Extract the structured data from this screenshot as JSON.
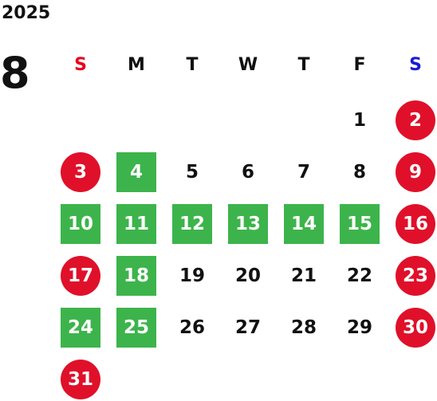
{
  "calendar": {
    "year": "2025",
    "month": "8",
    "weekdays": [
      "S",
      "M",
      "T",
      "W",
      "T",
      "F",
      "S"
    ],
    "first_weekday": 5,
    "days_in_month": 31,
    "holidays_circle": [
      2,
      3,
      9,
      16,
      17,
      23,
      30,
      31
    ],
    "highlight_square": [
      4,
      10,
      11,
      12,
      13,
      14,
      15,
      18,
      24,
      25
    ]
  },
  "colors": {
    "sunday_header": "#e8001c",
    "saturday_header": "#1a1ad6",
    "circle_red": "#e0102a",
    "square_green": "#3cb44b",
    "text": "#111111"
  }
}
